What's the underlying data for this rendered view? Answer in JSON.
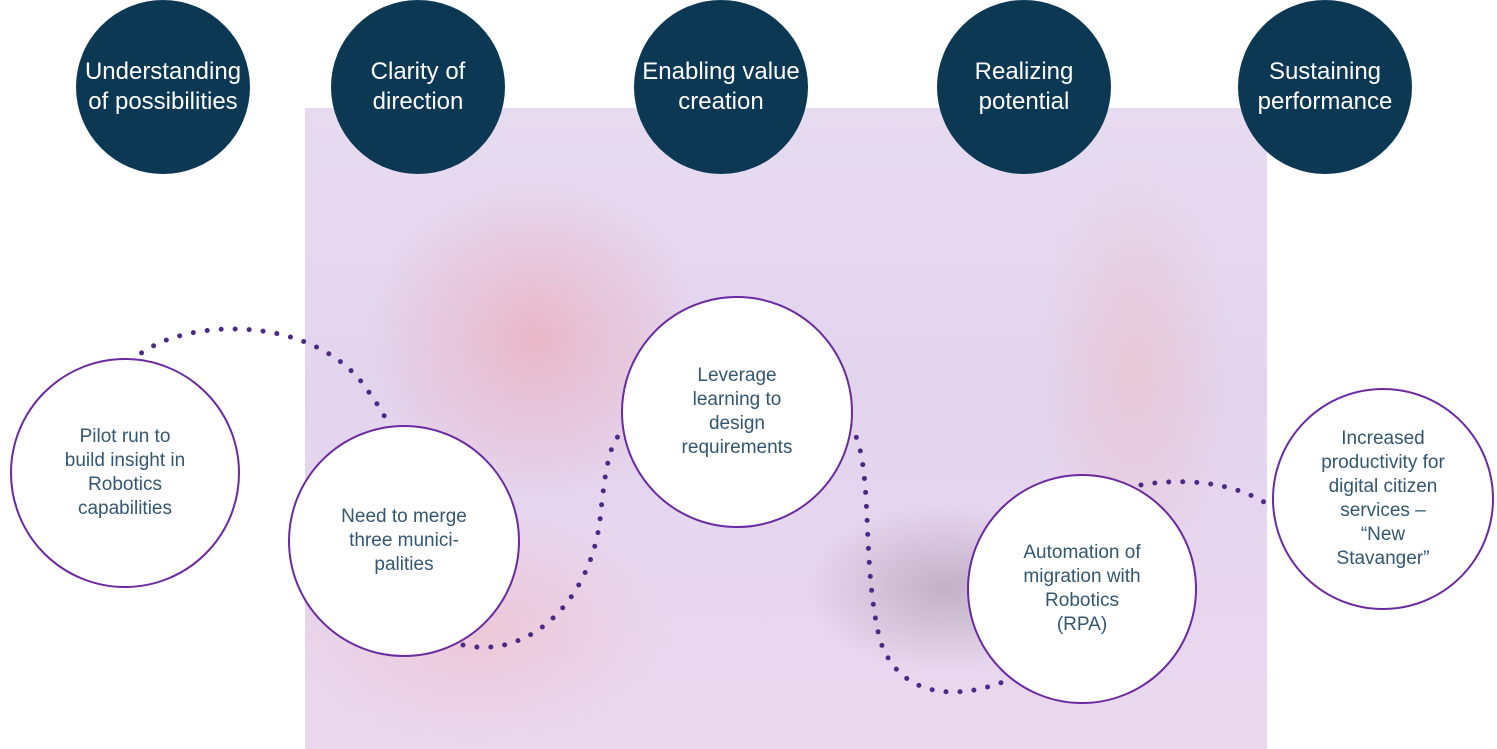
{
  "stages": [
    {
      "label": "Understanding\nof possibilities"
    },
    {
      "label": "Clarity of\ndirection"
    },
    {
      "label": "Enabling value\ncreation"
    },
    {
      "label": "Realizing\npotential"
    },
    {
      "label": "Sustaining\nperformance"
    }
  ],
  "steps": [
    {
      "label": "Pilot run to\nbuild insight in\nRobotics\ncapabilities"
    },
    {
      "label": "Need to merge\nthree munici-\npalities"
    },
    {
      "label": "Leverage\nlearning to\ndesign\nrequirements"
    },
    {
      "label": "Automation of\nmigration with\nRobotics\n(RPA)"
    },
    {
      "label": "Increased\nproductivity for\ndigital citizen\nservices –\n“New\nStavanger”"
    }
  ],
  "colors": {
    "stage_fill": "#0c3854",
    "step_border": "#6a2aa0",
    "step_text": "#34566e",
    "dots": "#4b2a86"
  }
}
